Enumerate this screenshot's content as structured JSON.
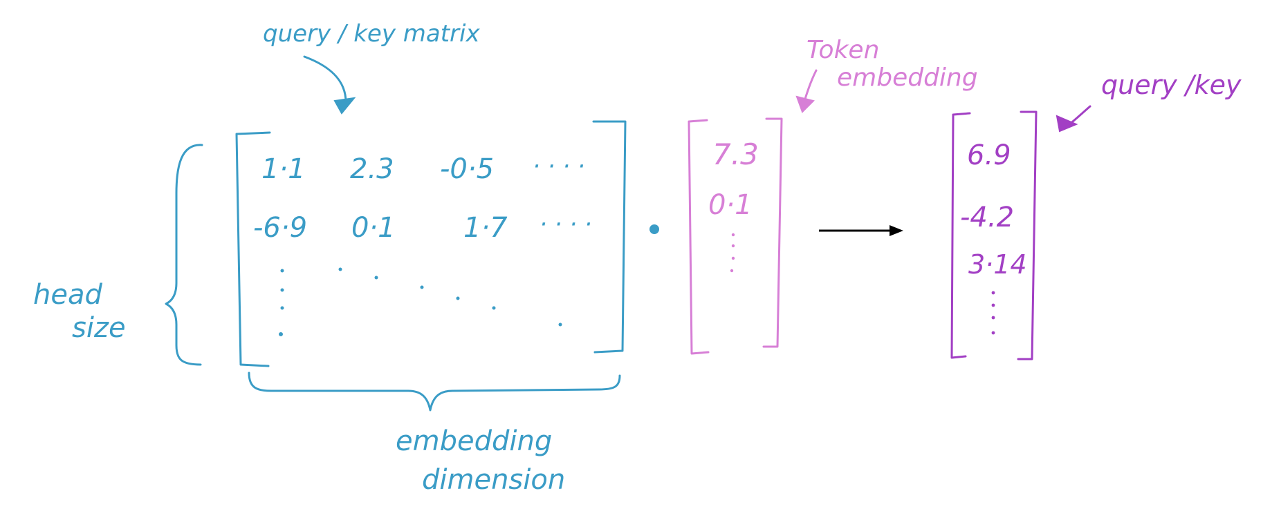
{
  "labels": {
    "qk_matrix": "query / key matrix",
    "token_embedding_line1": "Token",
    "token_embedding_line2": "embedding",
    "query_key": "query /key",
    "head_line1": "head",
    "head_line2": "size",
    "embedding_line1": "embedding",
    "embedding_line2": "dimension"
  },
  "matrix": {
    "rows": [
      [
        "1·1",
        "2.3",
        "-0·5",
        "· · · ·"
      ],
      [
        "-6·9",
        "0·1",
        "1·7",
        "· · · ·"
      ]
    ]
  },
  "token_vector": [
    "7.3",
    "0·1"
  ],
  "result_vector": [
    "6.9",
    "-4.2",
    "3·14"
  ],
  "colors": {
    "matrix": "#3a9cc6",
    "token": "#d77fd6",
    "result": "#a23fc4",
    "arrow": "#000000"
  }
}
